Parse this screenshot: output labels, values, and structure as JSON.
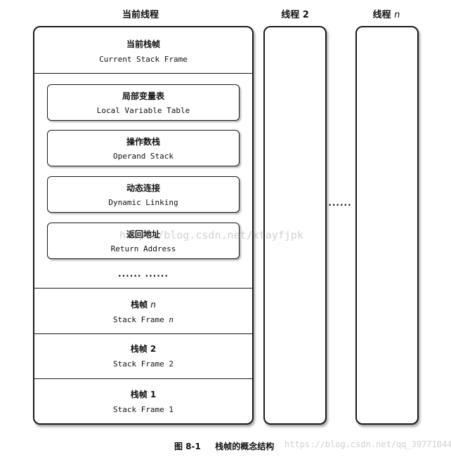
{
  "columns": {
    "current_thread": "当前线程",
    "thread_2": "线程 2",
    "thread_n_prefix": "线程",
    "thread_n_var": "n"
  },
  "current_frame": {
    "title_cn": "当前栈帧",
    "title_en": "Current Stack Frame",
    "parts": [
      {
        "cn": "局部变量表",
        "en": "Local Variable Table"
      },
      {
        "cn": "操作数栈",
        "en": "Operand Stack"
      },
      {
        "cn": "动态连接",
        "en": "Dynamic Linking"
      },
      {
        "cn": "返回地址",
        "en": "Return Address"
      }
    ],
    "ellipsis": "...... ......"
  },
  "frames": [
    {
      "cn_prefix": "栈帧",
      "var": "n",
      "en_prefix": "Stack Frame",
      "en_var": "n"
    },
    {
      "cn": "栈帧 2",
      "en": "Stack Frame 2"
    },
    {
      "cn": "栈帧 1",
      "en": "Stack Frame 1"
    }
  ],
  "between_threads_dots": "......",
  "caption": {
    "figure": "图 8-1",
    "text": "栈帧的概念结构"
  },
  "watermarks": {
    "center": "http://blog.csdn.net/xtayfjpk",
    "bottom": "https://blog.csdn.net/qq_39771044"
  }
}
